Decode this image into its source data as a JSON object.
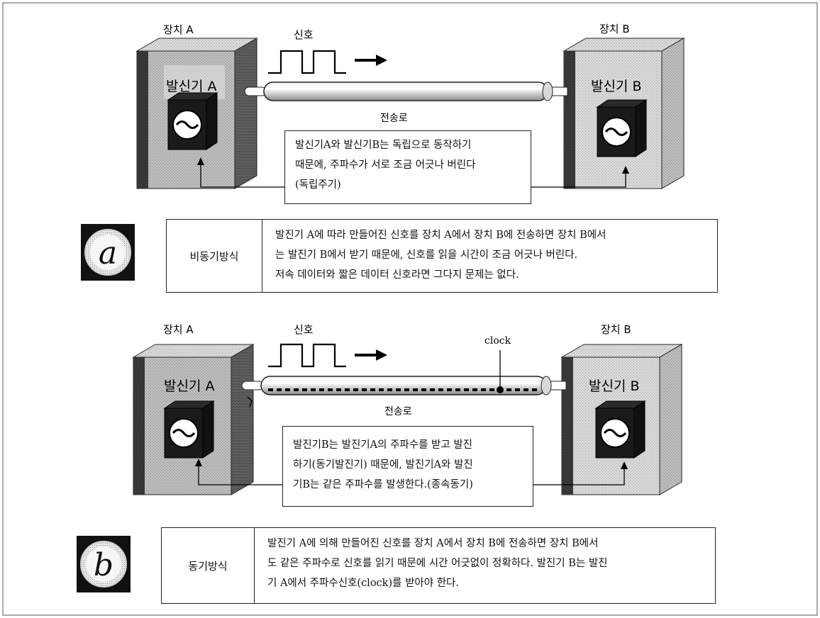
{
  "sections": {
    "a": {
      "badge_letter": "a",
      "device_a_label": "장치 A",
      "device_b_label": "장치 B",
      "signal_label": "신호",
      "oscillator_a_label": "발신기 A",
      "oscillator_b_label": "발신기 B",
      "line_label": "전송로",
      "callout_lines": [
        "발신기A와 발신기B는 독립으로 동작하기",
        "때문에, 주파수가 서로 조금 어긋나 버린다",
        "(독립주기)"
      ],
      "method_name": "비동기방식",
      "method_desc_lines": [
        "발진기 A에 따라 만들어진 신호를 장치 A에서 장치 B에 전송하면 장치 B에서",
        "는 발진기 B에서 받기 때문에, 신호를 읽을 시간이 조금 어긋나 버린다.",
        "저속 데이터와 짧은 데이터 신호라면 그다지 문제는 없다."
      ]
    },
    "b": {
      "badge_letter": "b",
      "device_a_label": "장치 A",
      "device_b_label": "장치 B",
      "signal_label": "신호",
      "clock_label": "clock",
      "oscillator_a_label": "발신기 A",
      "oscillator_b_label": "발신기 B",
      "line_label": "전송로",
      "callout_lines": [
        "발진기B는 발진기A의 주파수를 받고 발진",
        "하기(동기발진기) 때문에, 발진기A와 발진",
        "기B는 같은 주파수를 발생한다.(종속동기)"
      ],
      "method_name": "동기방식",
      "method_desc_lines": [
        "발진기 A에 의해 만들어진 신호를 장치 A에서 장치 B에 전송하면 장치 B에서",
        "도 같은 주파수로 신호를 읽기 때문에 시간 어긋없이 정확하다. 발진기 B는 발진",
        "기 A에서 주파수신호(clock)를 받아야 한다."
      ]
    }
  }
}
